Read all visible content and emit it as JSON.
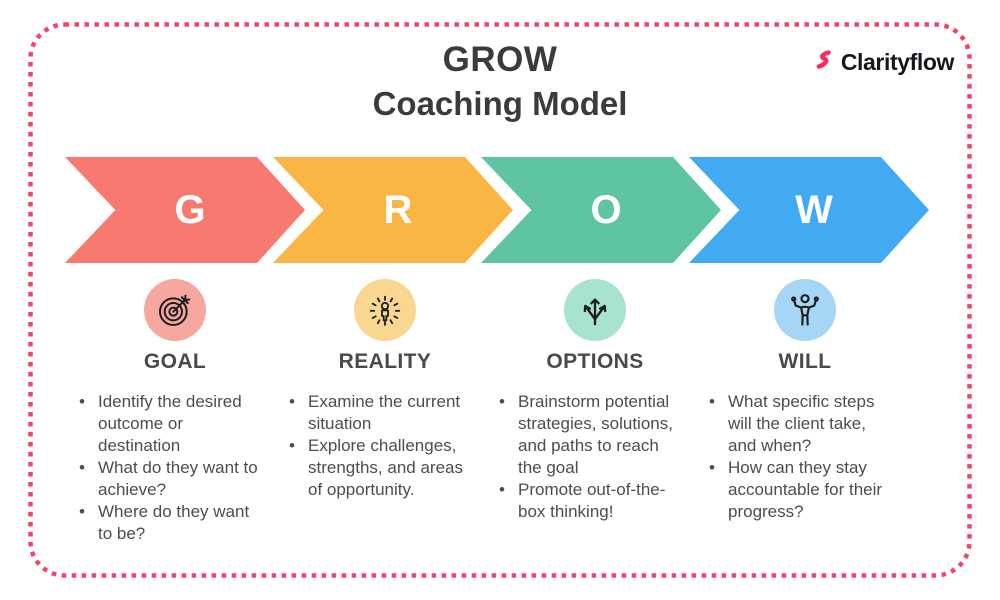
{
  "title": {
    "main": "GROW",
    "subtitle": "Coaching Model"
  },
  "brand": {
    "name": "Clarityflow",
    "bolt_color": "#FB2D5E"
  },
  "frame": {
    "border_color": "#F2436E",
    "border_style": "dashed",
    "background": "#ffffff"
  },
  "stages": [
    {
      "letter": "G",
      "arrow_color": "#F8796F",
      "icon": "target-dart-icon",
      "icon_bg": "#F6A8A0",
      "heading": "GOAL",
      "bullets": [
        "Identify the desired outcome or destination",
        "What do they want to achieve?",
        "Where do they want to be?"
      ]
    },
    {
      "letter": "R",
      "arrow_color": "#F9B644",
      "icon": "person-radiating-icon",
      "icon_bg": "#FAD791",
      "heading": "REALITY",
      "bullets": [
        "Examine the current situation",
        "Explore challenges, strengths, and areas of opportunity."
      ]
    },
    {
      "letter": "O",
      "arrow_color": "#5EC4A4",
      "icon": "branching-arrows-icon",
      "icon_bg": "#A8E2D0",
      "heading": "OPTIONS",
      "bullets": [
        "Brainstorm potential strategies, solutions, and paths to reach the goal",
        "Promote out-of-the-box thinking!"
      ]
    },
    {
      "letter": "W",
      "arrow_color": "#41AAF2",
      "icon": "flexing-person-icon",
      "icon_bg": "#A5D6F6",
      "heading": "WILL",
      "bullets": [
        "What specific steps will the client take, and when?",
        "How can they stay accountable for their progress?"
      ]
    }
  ]
}
